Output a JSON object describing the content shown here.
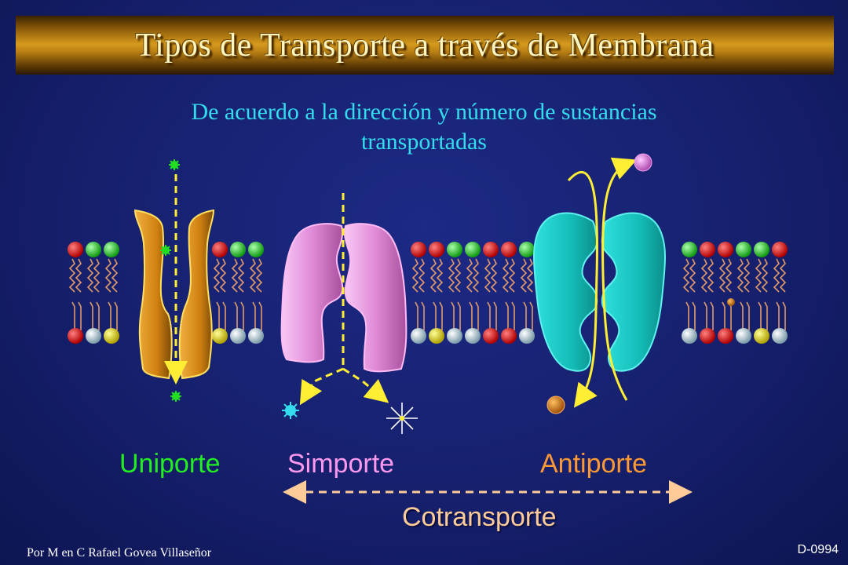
{
  "slide": {
    "title": "Tipos de Transporte a través de Membrana",
    "subtitle_line1": "De acuerdo a la dirección y número de sustancias",
    "subtitle_line2": "transportadas"
  },
  "labels": {
    "uniporte": "Uniporte",
    "simporte": "Simporte",
    "antiporte": "Antiporte",
    "cotransporte": "Cotransporte"
  },
  "footer": {
    "author": "Por M en C Rafael Govea Villaseñor",
    "code": "D-0994"
  },
  "colors": {
    "background": "#16206d",
    "subtitle": "#33ddee",
    "uniporte": "#22ee22",
    "simporte": "#ff99ee",
    "antiporte": "#ff9933",
    "cotransporte": "#ffcc99",
    "uniporter_protein": "#d98a1a",
    "symporter_protein": "#e48ae0",
    "antiporter_protein": "#19c7c4",
    "path_arrows": "#ffee33"
  }
}
